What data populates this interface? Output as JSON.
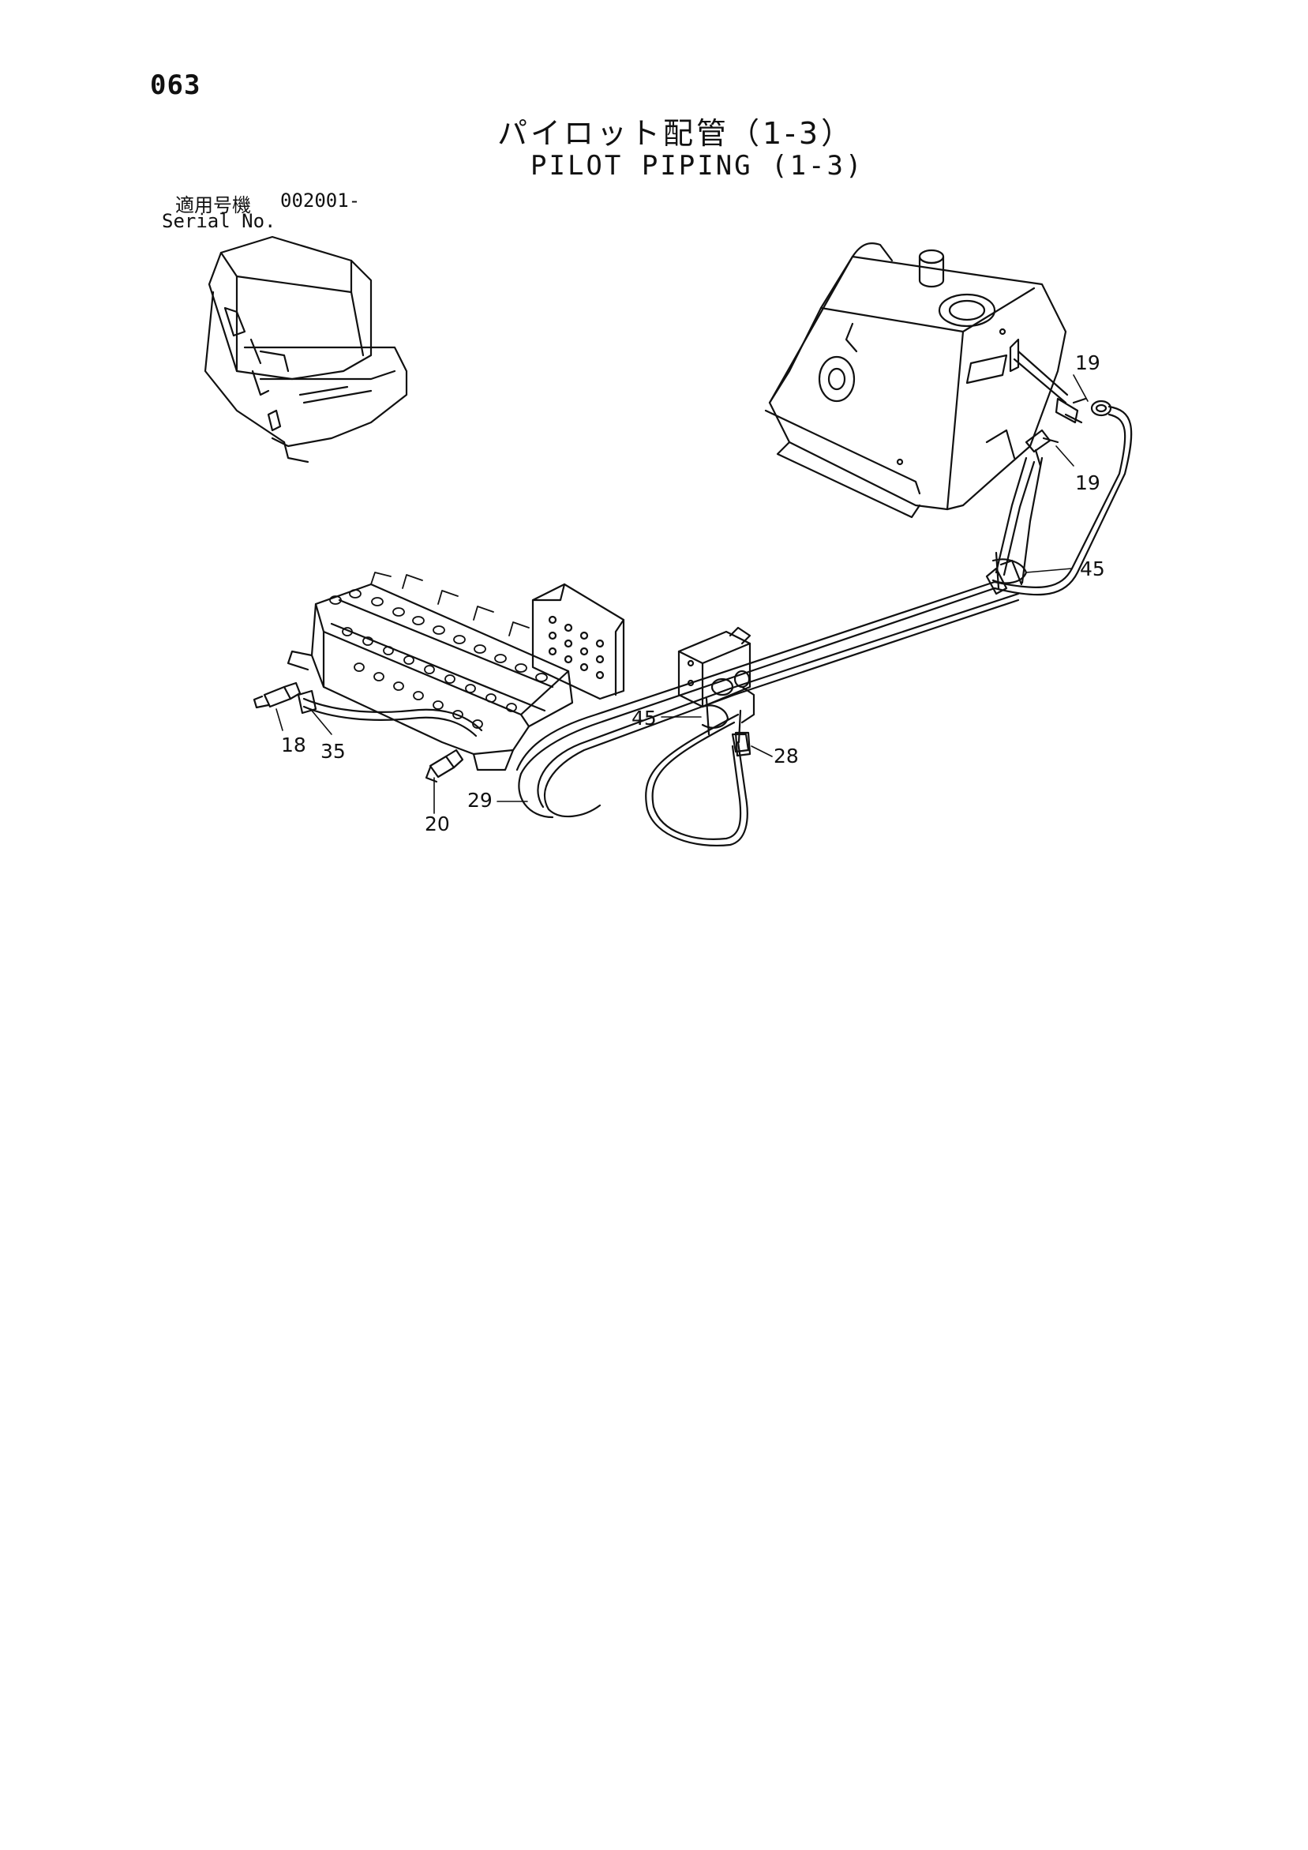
{
  "page_number": "063",
  "title_jp": "パイロット配管（1-3）",
  "title_en": "PILOT PIPING (1-3)",
  "serial": {
    "label_jp": "適用号機",
    "value": "002001-",
    "label_en": "Serial No."
  },
  "callouts": [
    "19",
    "19",
    "45",
    "18",
    "35",
    "45",
    "28",
    "20",
    "29"
  ]
}
